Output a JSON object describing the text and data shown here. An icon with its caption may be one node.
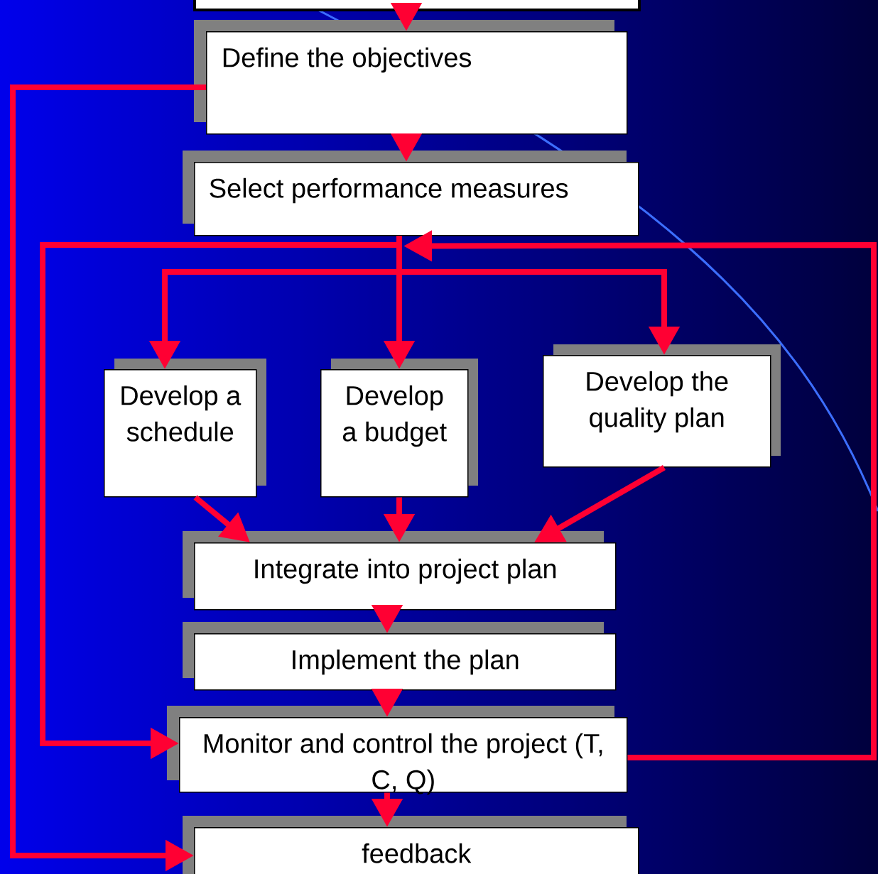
{
  "diagram": {
    "nodes": [
      {
        "text": [],
        "shape": "box"
      },
      {
        "text": [
          "Define the objectives"
        ]
      },
      {
        "text": [
          "Select performance measures"
        ]
      },
      {
        "text": [
          "Develop a schedule"
        ]
      },
      {
        "text": [
          "Develop a budget"
        ]
      },
      {
        "text": [
          "Develop the quality plan"
        ]
      },
      {
        "text": [
          "Integrate into project plan"
        ]
      },
      {
        "text": [
          "Implement the plan"
        ]
      },
      {
        "text": [
          "Monitor and control the project (T, C, Q)"
        ]
      },
      {
        "text": [
          "feedback"
        ]
      }
    ],
    "edges": [
      {
        "from": 0,
        "to": 1,
        "arrow": "to"
      },
      {
        "from": 1,
        "to": 2,
        "arrow": "to"
      },
      {
        "from": 2,
        "to": 3,
        "arrow": "to"
      },
      {
        "from": 2,
        "to": 4,
        "arrow": "to"
      },
      {
        "from": 2,
        "to": 5,
        "arrow": "to"
      },
      {
        "from": 3,
        "to": 6,
        "arrow": "to"
      },
      {
        "from": 4,
        "to": 6,
        "arrow": "to"
      },
      {
        "from": 5,
        "to": 6,
        "arrow": "to"
      },
      {
        "from": 6,
        "to": 7,
        "arrow": "to"
      },
      {
        "from": 7,
        "to": 8,
        "arrow": "to"
      },
      {
        "from": 8,
        "to": 9,
        "arrow": "to"
      },
      {
        "from": 1,
        "to": 9,
        "arrow": "to"
      },
      {
        "from": 8,
        "to": 2,
        "arrow": "to"
      },
      {
        "from": 2,
        "to": 8,
        "arrow": "to"
      }
    ]
  }
}
